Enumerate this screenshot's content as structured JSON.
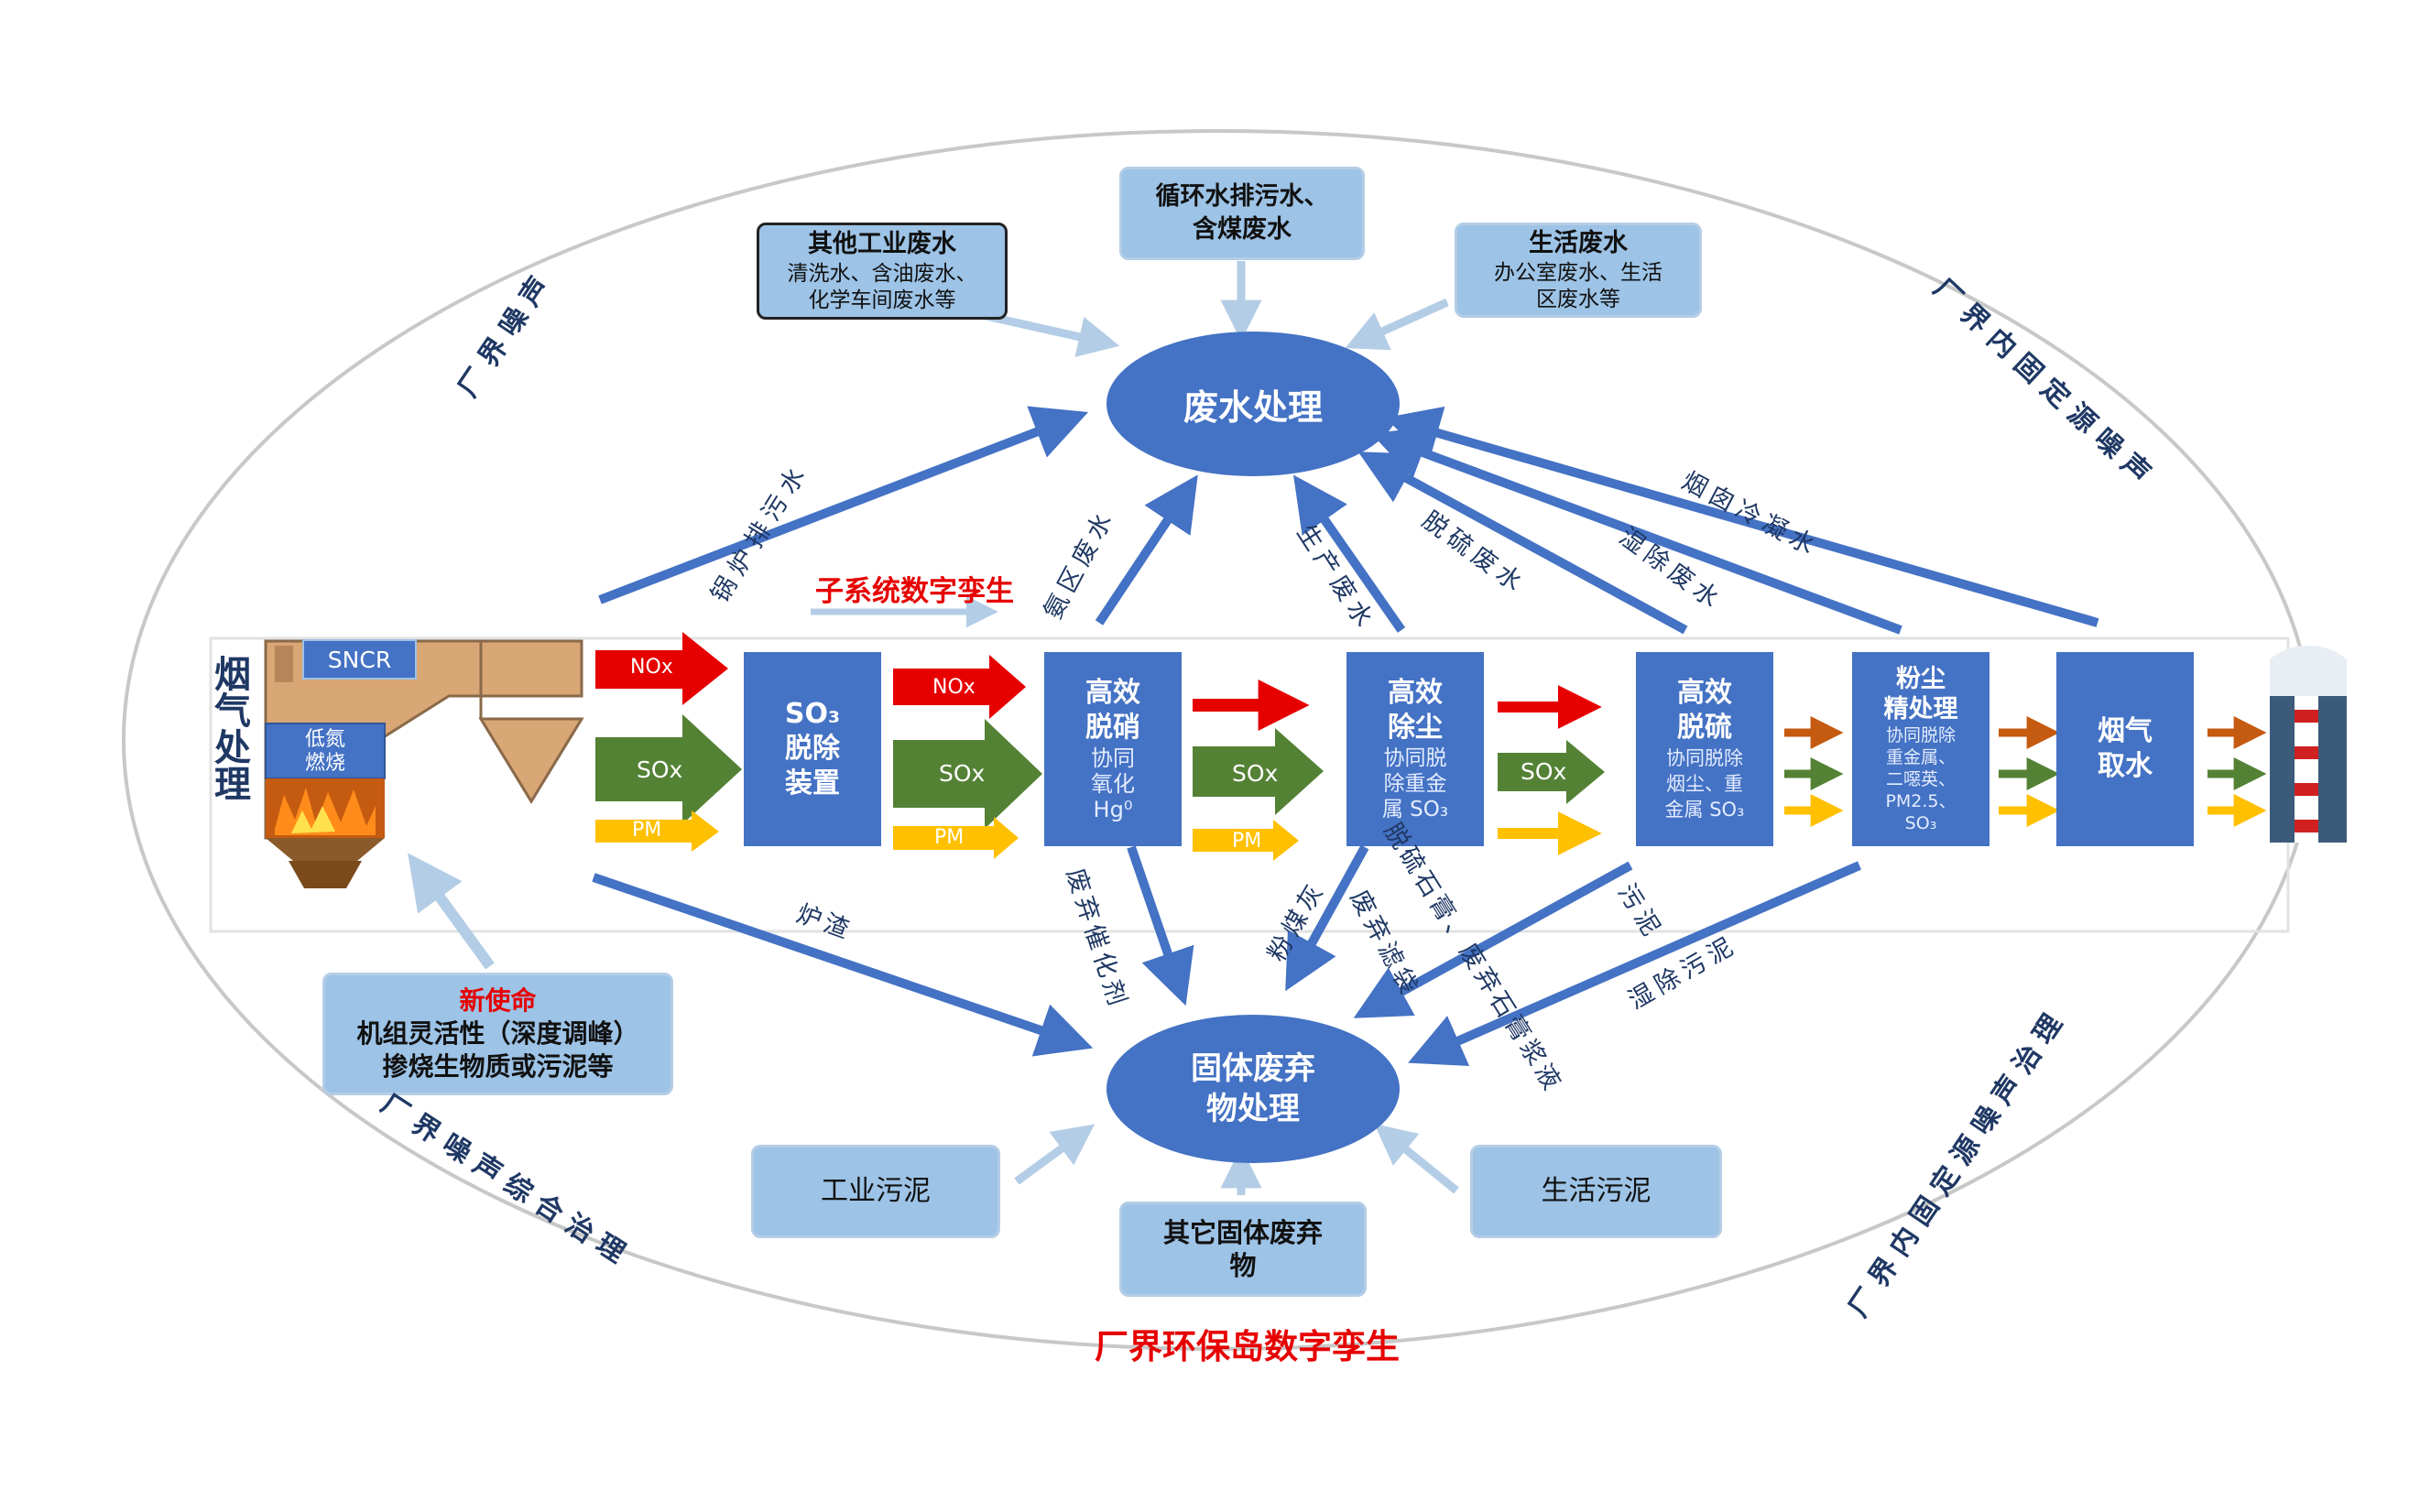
{
  "title": "厂界环保岛数字孪生",
  "subsystem_label": "子系统数字孪生",
  "flue_gas_label": "烟气处理",
  "boiler": {
    "sncr": "SNCR",
    "low_nox": "低氮燃烧"
  },
  "wastewater_center": "废水处理",
  "solid_center": [
    "固体废弃",
    "物处理"
  ],
  "wastewater_sources": [
    {
      "title": "其他工业废水",
      "detail": [
        "清洗水、含油废水、",
        "化学车间废水等"
      ]
    },
    {
      "title": "循环水排污水、",
      "detail": [
        "含煤废水"
      ]
    },
    {
      "title": "生活废水",
      "detail": [
        "办公室废水、生活",
        "区废水等"
      ]
    }
  ],
  "solid_sources": [
    {
      "title": "工业污泥"
    },
    {
      "title": "其它固体废弃",
      "detail": [
        "物"
      ]
    },
    {
      "title": "生活污泥"
    }
  ],
  "mission": {
    "title": "新使命",
    "lines": [
      "机组灵活性（深度调峰）",
      "掺烧生物质或污泥等"
    ]
  },
  "process_units": [
    {
      "title": [
        "SO₃",
        "脱除",
        "装置"
      ],
      "detail": []
    },
    {
      "title": [
        "高效",
        "脱硝"
      ],
      "detail": [
        "协同",
        "氧化",
        "Hg⁰"
      ]
    },
    {
      "title": [
        "高效",
        "除尘"
      ],
      "detail": [
        "协同脱",
        "除重金",
        "属 SO₃"
      ]
    },
    {
      "title": [
        "高效",
        "脱硫"
      ],
      "detail": [
        "协同脱除",
        "烟尘、重",
        "金属 SO₃"
      ]
    },
    {
      "title": [
        "粉尘",
        "精处理"
      ],
      "detail": [
        "协同脱除",
        "重金属、",
        "二噁英、",
        "PM2.5、",
        "SO₃"
      ]
    },
    {
      "title": [
        "烟气",
        "取水"
      ],
      "detail": []
    }
  ],
  "gases": {
    "nox": "NOx",
    "sox": "SOx",
    "pm": "PM"
  },
  "water_flows": [
    "锅炉排污水",
    "氨区废水",
    "生产废水",
    "脱硫废水",
    "湿除废水",
    "烟囱冷凝水"
  ],
  "solid_flows": [
    "炉渣",
    "废弃催化剂",
    "粉煤灰",
    "废弃滤袋",
    "脱硫石膏、废弃石膏浆液",
    "污泥",
    "湿除污泥"
  ],
  "noise_labels": [
    "厂界噪声",
    "厂界内固定源噪声",
    "厂界噪声综合治理",
    "厂界内固定源噪声治理"
  ],
  "colors": {
    "primary": "#4472c4",
    "light": "#9dc3e6",
    "red": "#e60000",
    "green": "#548235",
    "yellow": "#ffc000",
    "brown": "#c55a11",
    "label": "#1f3864"
  }
}
